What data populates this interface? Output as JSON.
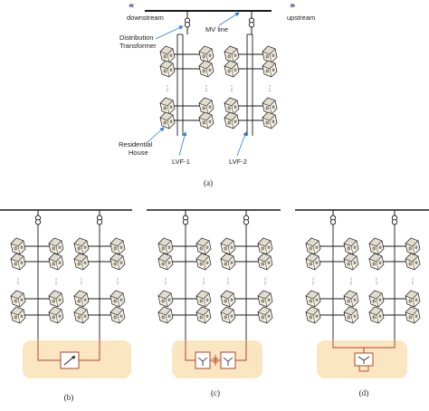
{
  "labels": {
    "downstream": "downstream",
    "mv_line": "MV line",
    "upstream": "upstream",
    "transformer_1": "Distribution",
    "transformer_2": "Transformer",
    "house_1": "Residential",
    "house_2": "House",
    "lvf1": "LVF-1",
    "lvf2": "LVF-2",
    "dots": "⋮",
    "left_arrow": "«",
    "right_arrow": "»"
  },
  "captions": {
    "a": "(a)",
    "b": "(b)",
    "c": "(c)",
    "d": "(d)"
  },
  "colors": {
    "line": "#1a1a1a",
    "callout": "#2a7fd6",
    "device": "#b0452b",
    "panel_fill": "#fbe6c2",
    "roof": "#e2dccf",
    "wall": "#f6f1e6"
  }
}
